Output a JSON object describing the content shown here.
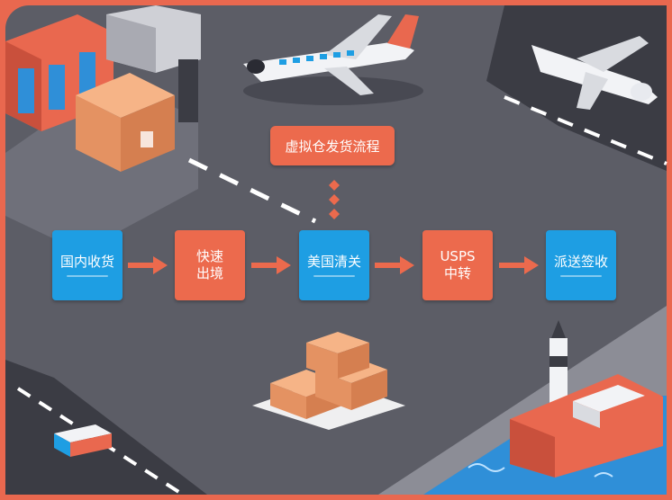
{
  "title": "虚拟仓发货流程",
  "steps": [
    {
      "label": "国内收货"
    },
    {
      "label": "快速\n出境"
    },
    {
      "label": "美国清关"
    },
    {
      "label": "USPS\n中转"
    },
    {
      "label": "派送签收"
    }
  ],
  "colors": {
    "frame": "#e9684f",
    "ground": "#5c5d66",
    "road_dark": "#3b3c44",
    "step_blue": "#1e9ee3",
    "step_orange": "#ec6a4d",
    "box": "#f0a070",
    "water": "#2f8fd8"
  },
  "icons": [
    "airplane-icon",
    "box-icon",
    "warehouse-icon",
    "ship-icon",
    "truck-icon",
    "lighthouse-icon"
  ]
}
